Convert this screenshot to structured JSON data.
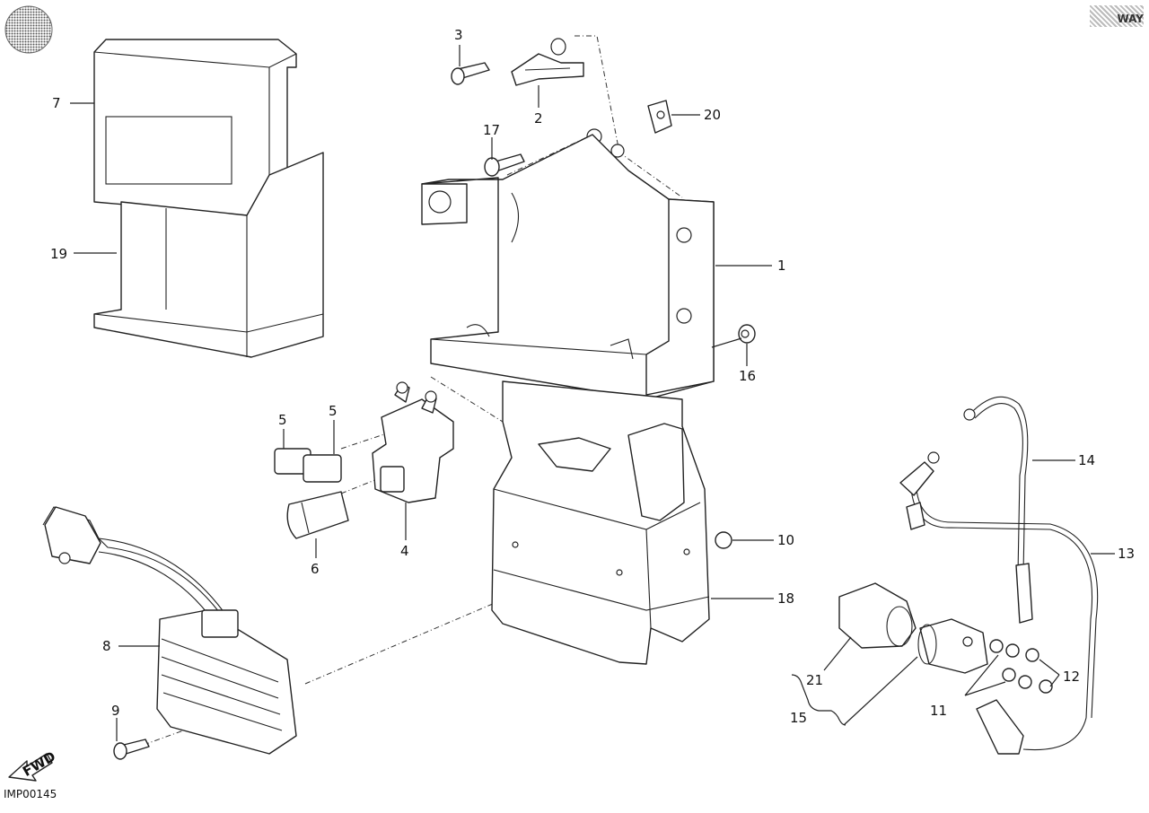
{
  "diagram": {
    "callouts": [
      "1",
      "2",
      "3",
      "4",
      "5",
      "5",
      "6",
      "7",
      "8",
      "9",
      "10",
      "11",
      "12",
      "13",
      "14",
      "15",
      "16",
      "17",
      "18",
      "19",
      "20",
      "21"
    ],
    "fwd_label": "FWD",
    "code": "IMP00145",
    "way_label": "WAY"
  }
}
